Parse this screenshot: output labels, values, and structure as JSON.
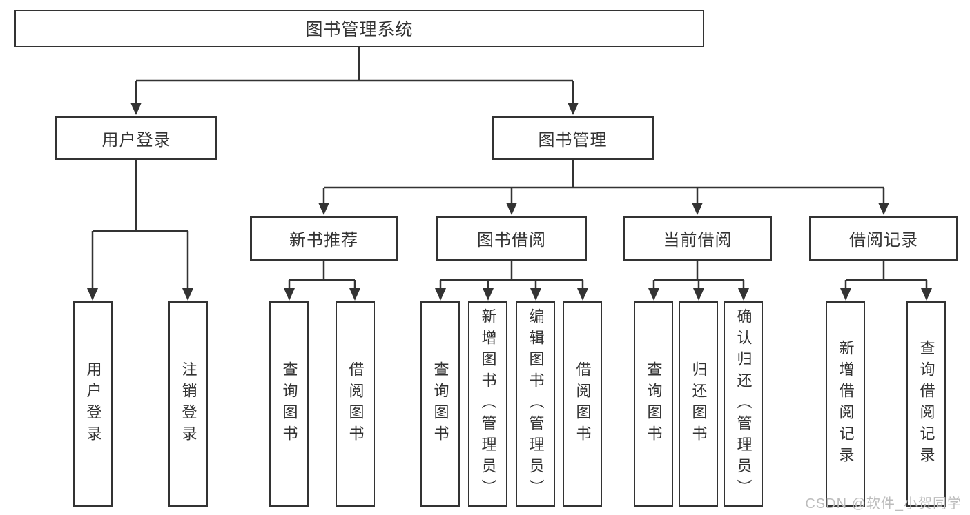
{
  "diagram": {
    "root": {
      "label": "图书管理系统"
    },
    "level2": {
      "user_login": {
        "label": "用户登录"
      },
      "book_mgmt": {
        "label": "图书管理"
      }
    },
    "level3": {
      "new_books": {
        "label": "新书推荐"
      },
      "book_borrow": {
        "label": "图书借阅"
      },
      "current_borrow": {
        "label": "当前借阅"
      },
      "borrow_records": {
        "label": "借阅记录"
      }
    },
    "level4": {
      "user_login_leaf": {
        "label": "用户登录"
      },
      "logout_leaf": {
        "label": "注销登录"
      },
      "nb_query_books": {
        "label": "查询图书"
      },
      "nb_borrow_books": {
        "label": "借阅图书"
      },
      "bb_query_books": {
        "label": "查询图书"
      },
      "bb_add_books": {
        "label": "新增图书（管理员）"
      },
      "bb_edit_books": {
        "label": "编辑图书（管理员）"
      },
      "bb_borrow_books": {
        "label": "借阅图书"
      },
      "cb_query_books": {
        "label": "查询图书"
      },
      "cb_return_books": {
        "label": "归还图书"
      },
      "cb_confirm_return": {
        "label": "确认归还（管理员）"
      },
      "rec_add_record": {
        "label": "新增借阅记录"
      },
      "rec_query_record": {
        "label": "查询借阅记录"
      }
    }
  },
  "watermark": {
    "text": "CSDN @软件_小贺同学"
  },
  "colors": {
    "line": "#333333",
    "box_border": "#333333",
    "text": "#333333",
    "watermark": "#bcbcbc",
    "background": "#ffffff"
  }
}
